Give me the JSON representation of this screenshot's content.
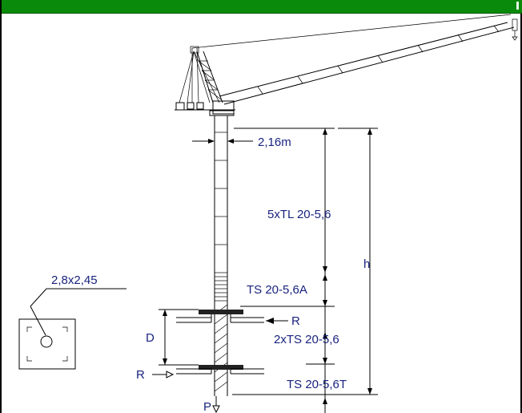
{
  "window": {
    "title_bar_color": "#0a8a0a"
  },
  "labels": {
    "tower_width": "2,16m",
    "top_sections": "5xTL 20-5,6",
    "middle_section": "TS 20-5,6A",
    "base_sections": "2xTS 20-5,6",
    "bottom_section": "TS 20-5,6T",
    "height": "h",
    "foundation_size": "2,8x2,45",
    "distance": "D",
    "reaction_upper": "R",
    "reaction_lower": "R",
    "load": "P"
  },
  "colors": {
    "label_text": "#1a237e",
    "lines": "#000000"
  }
}
